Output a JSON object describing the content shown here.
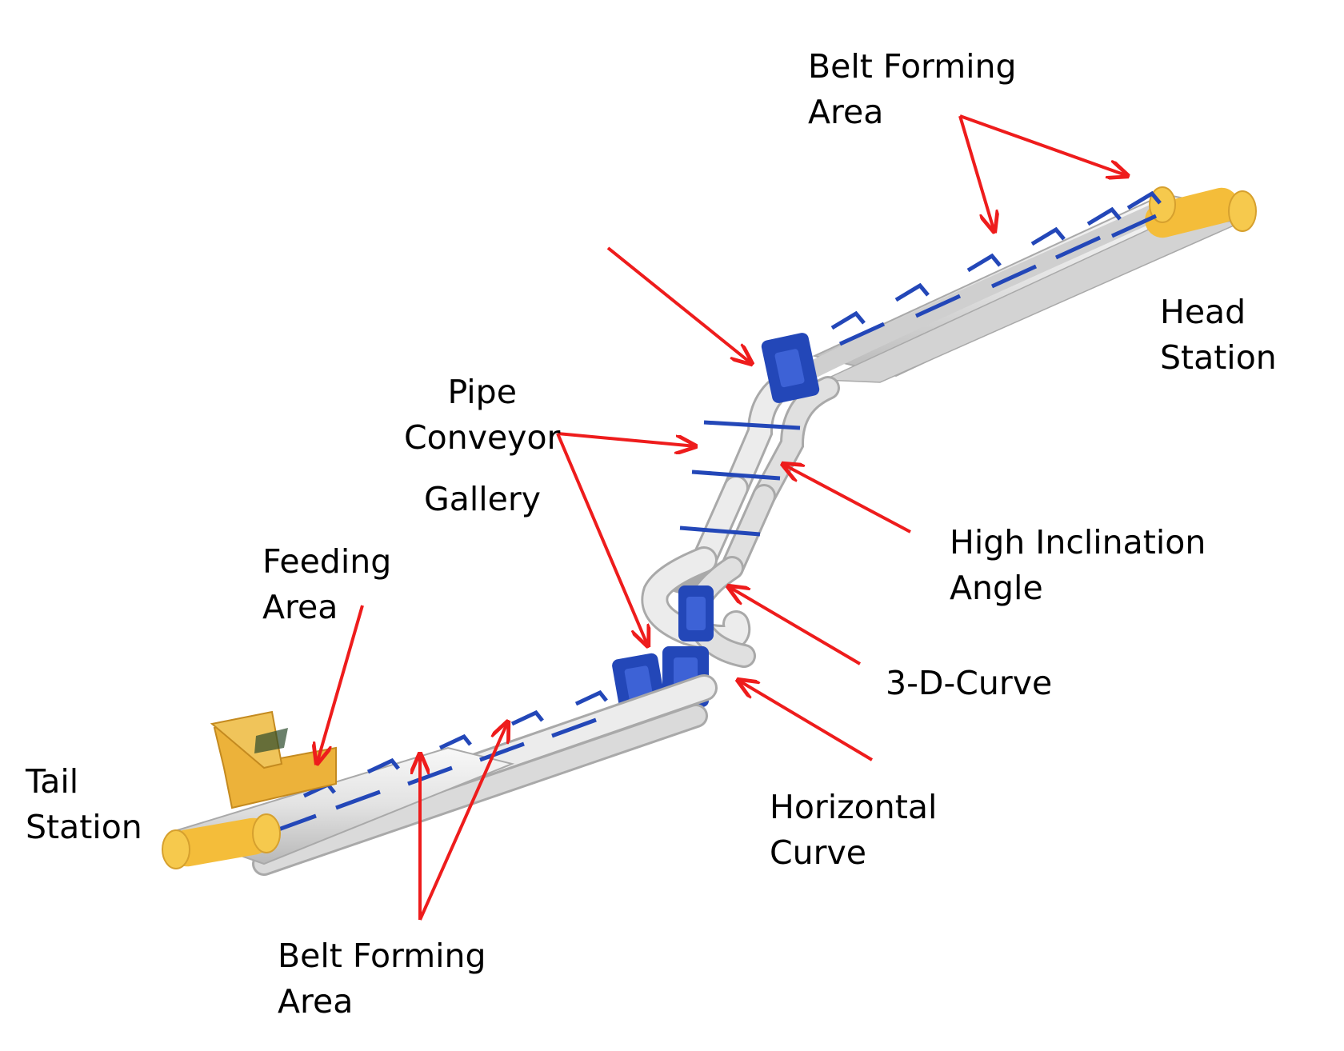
{
  "colors": {
    "arrow": "#ee1c1c",
    "pipe": "#e6e6e6",
    "pipe_edge": "#a9a9a9",
    "support": "#2347b8",
    "station": "#f4bd3a",
    "hopper": "#ecb23a"
  },
  "labels": {
    "belt_forming_top": {
      "line1": "Belt Forming",
      "line2": "Area"
    },
    "head_station": {
      "line1": "Head",
      "line2": "Station"
    },
    "pipe_conveyor": {
      "line1": "Pipe",
      "line2": "Conveyor"
    },
    "gallery": {
      "line1": "Gallery"
    },
    "high_inclination": {
      "line1": "High Inclination",
      "line2": "Angle"
    },
    "feeding_area": {
      "line1": "Feeding",
      "line2": "Area"
    },
    "three_d_curve": {
      "line1": "3-D-Curve"
    },
    "tail_station": {
      "line1": "Tail",
      "line2": "Station"
    },
    "horizontal_curve": {
      "line1": "Horizontal",
      "line2": "Curve"
    },
    "belt_forming_bottom": {
      "line1": "Belt Forming",
      "line2": "Area"
    }
  }
}
